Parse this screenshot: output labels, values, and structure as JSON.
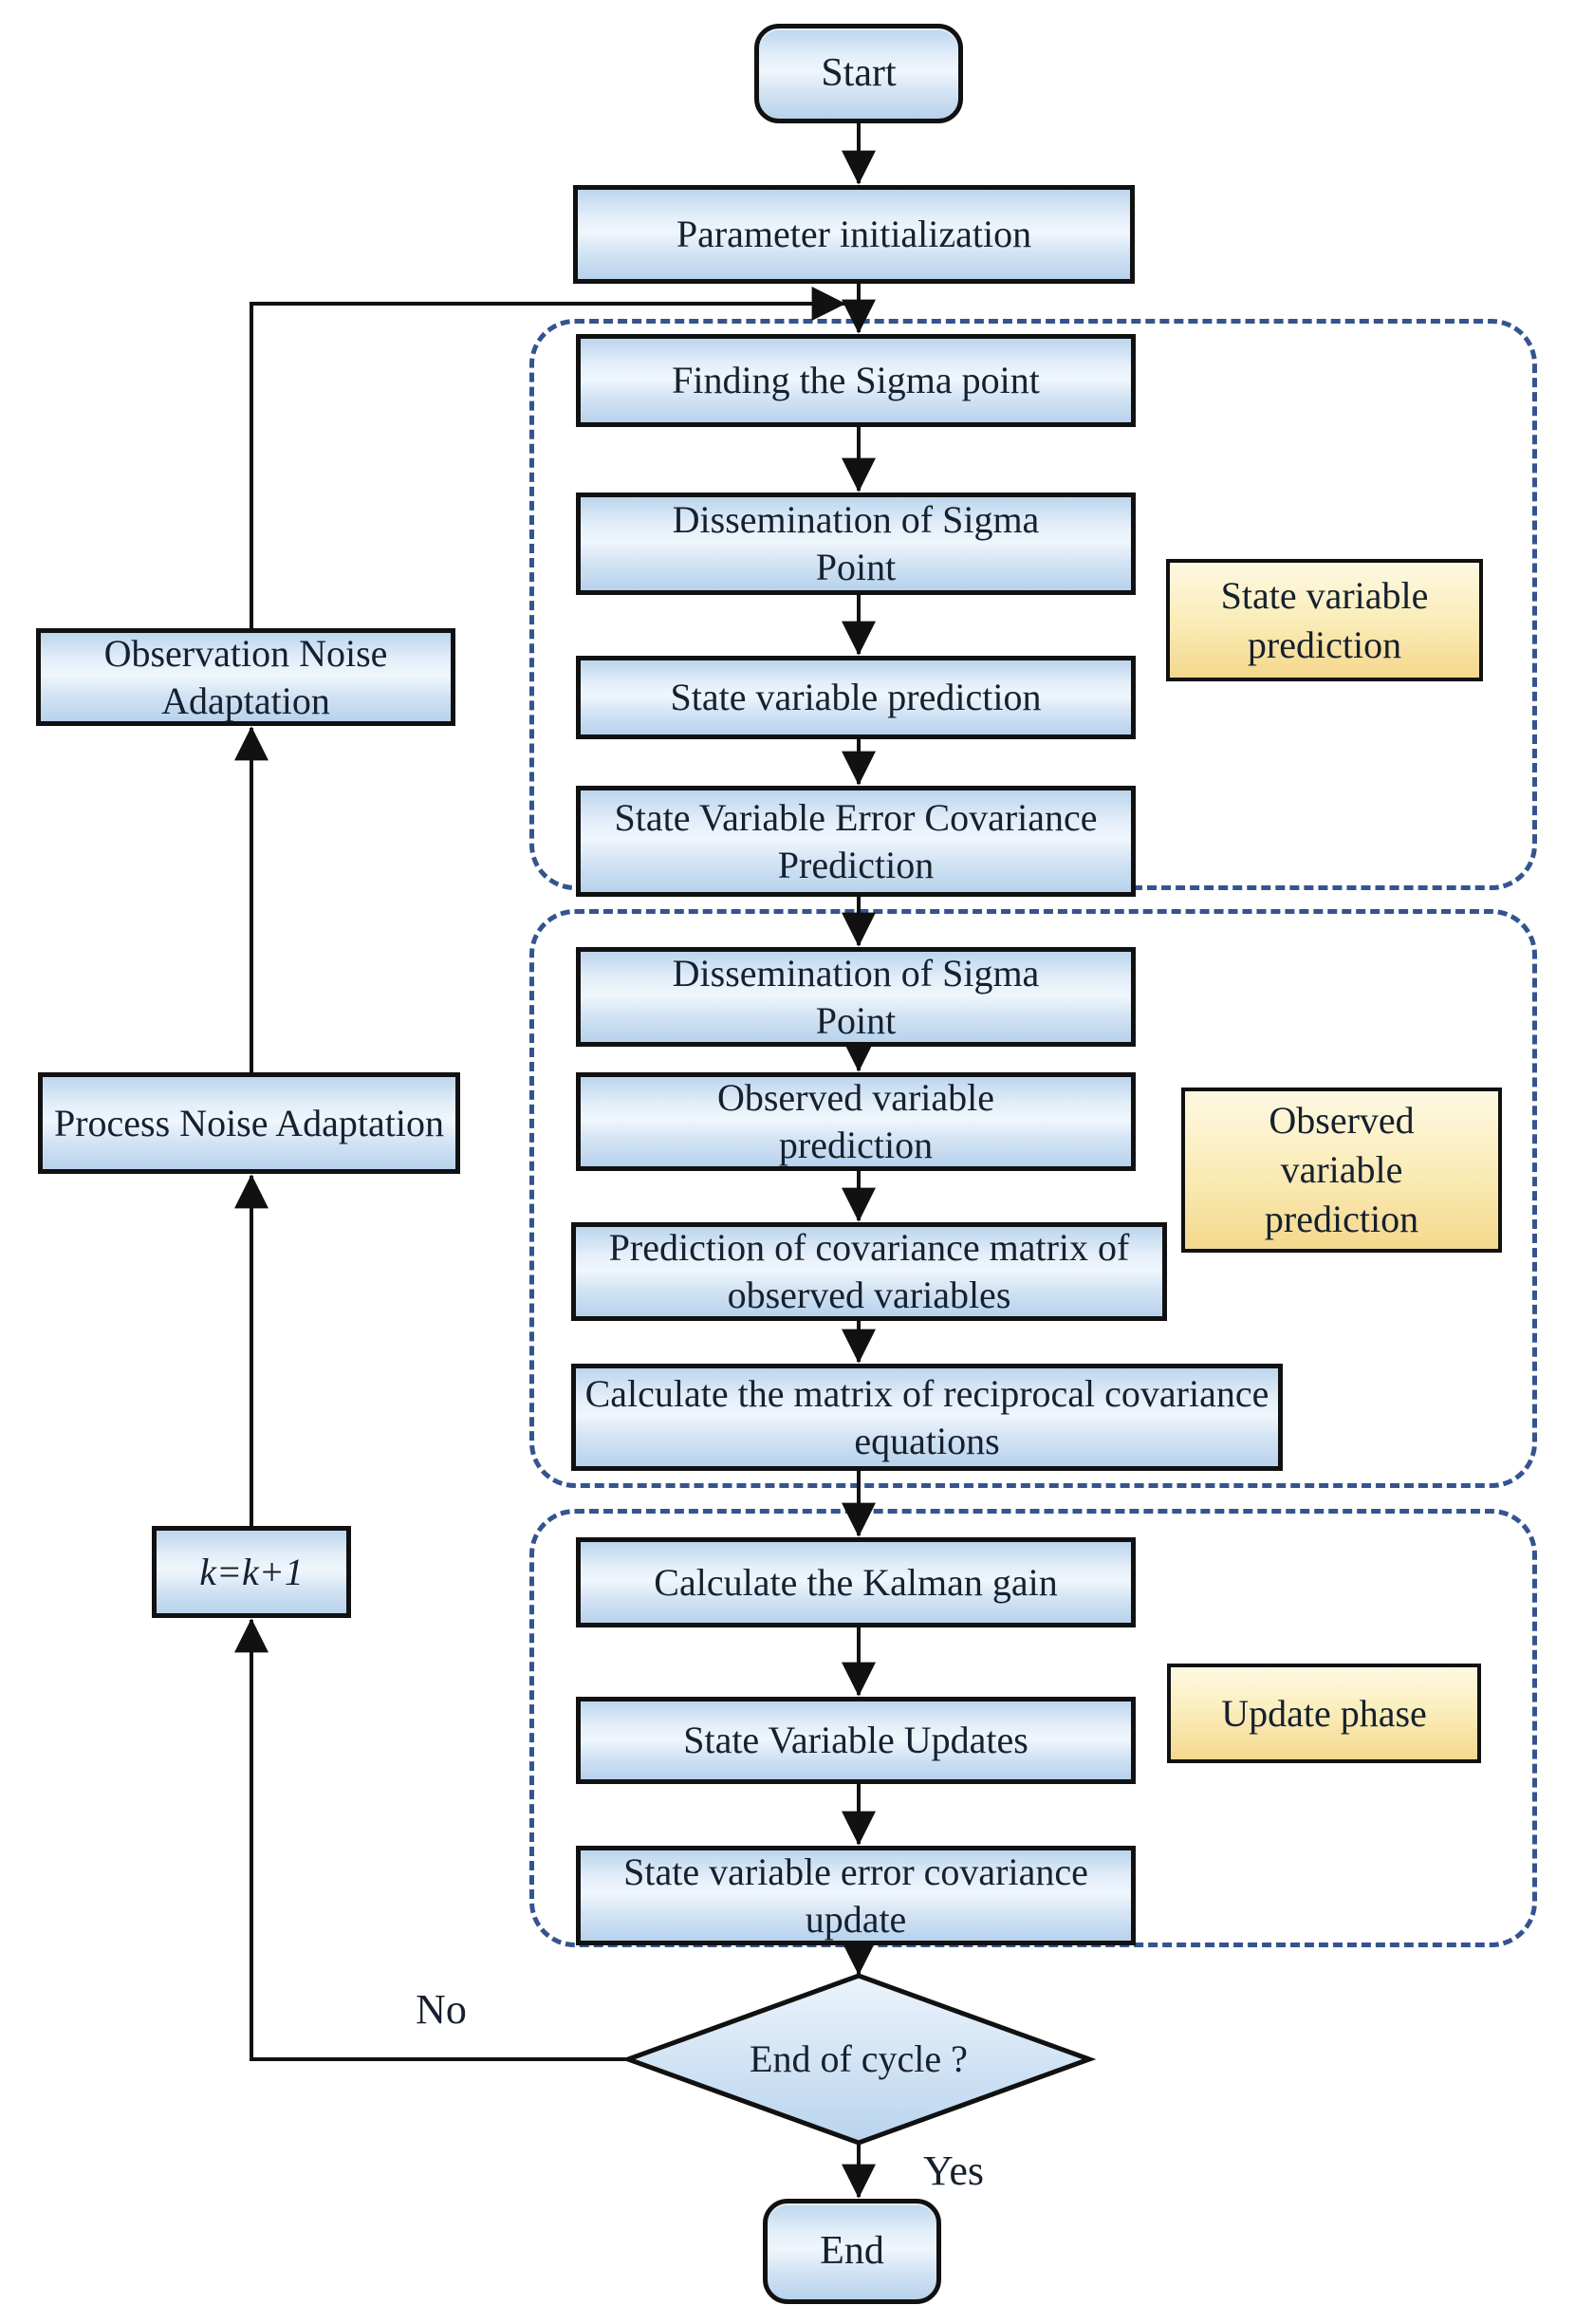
{
  "flowchart": {
    "nodes": {
      "start": "Start",
      "parameter_initialization": "Parameter initialization",
      "finding_sigma_point": "Finding the Sigma point",
      "dissemination_sigma_1": "Dissemination of Sigma Point",
      "state_variable_prediction": "State variable prediction",
      "state_variable_error_covariance_prediction": "State Variable Error Covariance Prediction",
      "dissemination_sigma_2": "Dissemination of Sigma Point",
      "observed_variable_prediction": "Observed variable prediction",
      "prediction_covariance_matrix": "Prediction of covariance matrix of observed variables",
      "reciprocal_covariance": "Calculate the matrix of reciprocal covariance equations",
      "kalman_gain": "Calculate the Kalman gain",
      "state_variable_updates": "State Variable Updates",
      "state_variable_error_covariance_update": "State variable error covariance update",
      "end_of_cycle": "End of cycle ?",
      "end": "End",
      "observation_noise_adaptation": "Observation Noise Adaptation",
      "process_noise_adaptation": "Process Noise Adaptation",
      "k_increment": "k=k+1"
    },
    "phase_labels": {
      "state_variable_prediction": "State variable prediction",
      "observed_variable_prediction": "Observed variable prediction",
      "update_phase": "Update phase"
    },
    "edge_labels": {
      "no": "No",
      "yes": "Yes"
    },
    "colors": {
      "process_box_blue": "#c6dcf0",
      "phase_box_yellow": "#f5d98e",
      "group_dash_blue": "#35548f",
      "connector_black": "#111111",
      "text_navy": "#16202e"
    }
  }
}
